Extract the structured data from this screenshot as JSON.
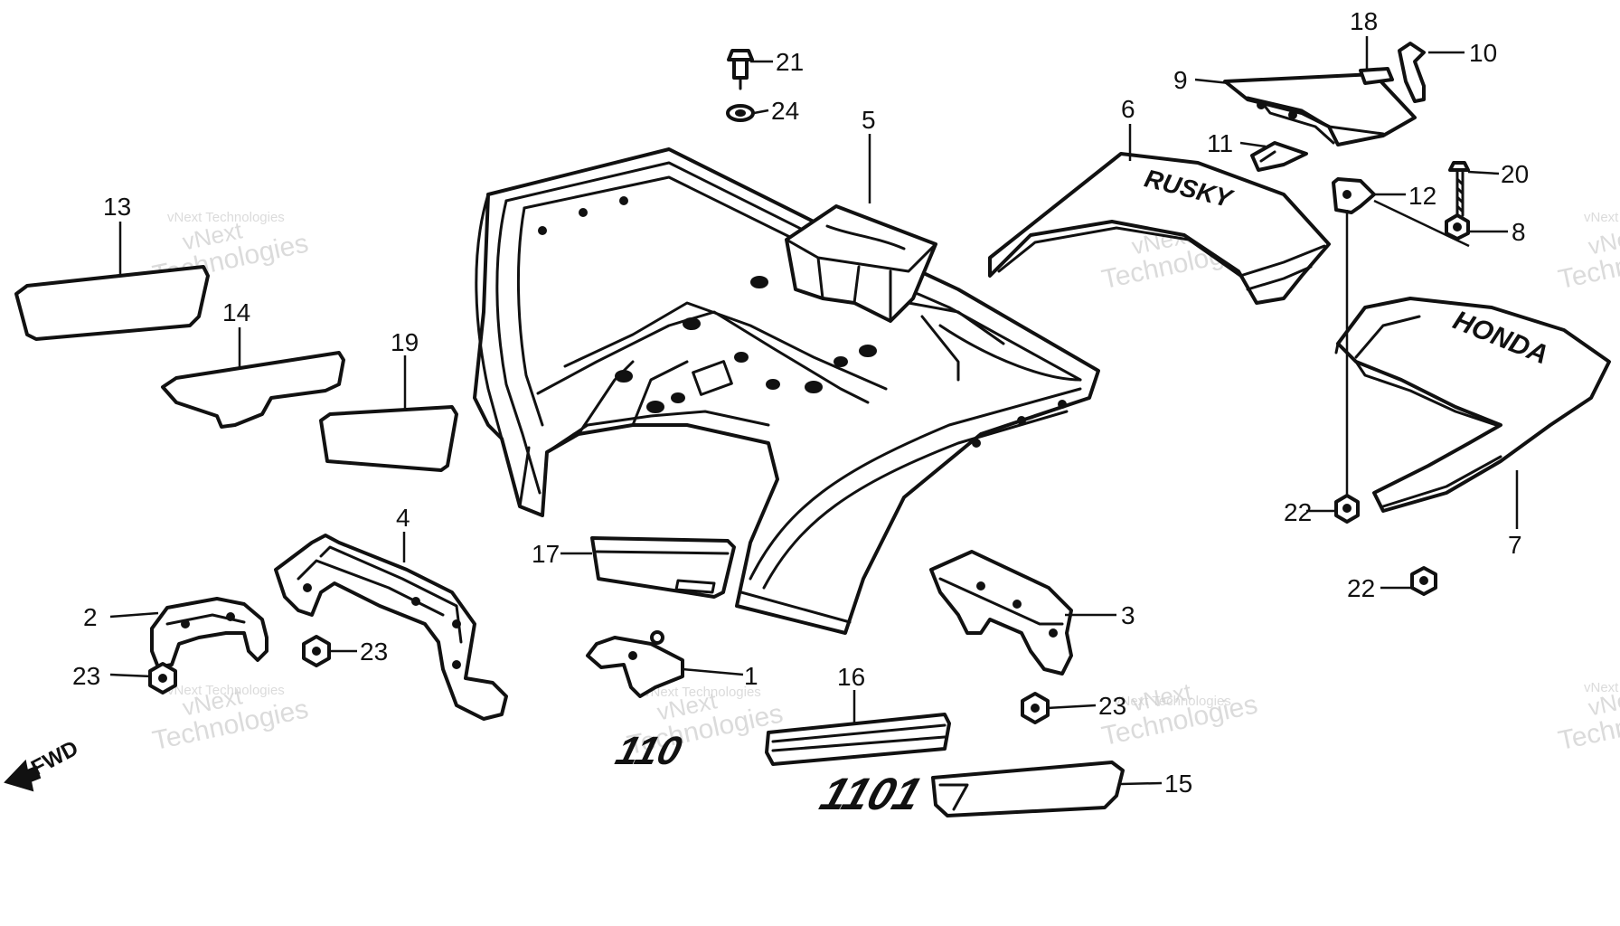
{
  "callouts": [
    "1",
    "2",
    "3",
    "4",
    "5",
    "6",
    "7",
    "8",
    "9",
    "10",
    "11",
    "12",
    "13",
    "14",
    "15",
    "16",
    "17",
    "18",
    "19",
    "20",
    "21",
    "22",
    "22",
    "23",
    "23",
    "23",
    "24"
  ],
  "direction_label": "FWD",
  "emblems": {
    "decal_15": "1101",
    "decal_16": "110",
    "fender_6": "RUSKY",
    "fender_7": "HONDA"
  },
  "watermark": {
    "line1": "vNext",
    "line2": "Technologies",
    "small": "vNext Technologies"
  },
  "colors": {
    "line": "#111111",
    "background": "#ffffff",
    "watermark": "#d0d0d0"
  }
}
